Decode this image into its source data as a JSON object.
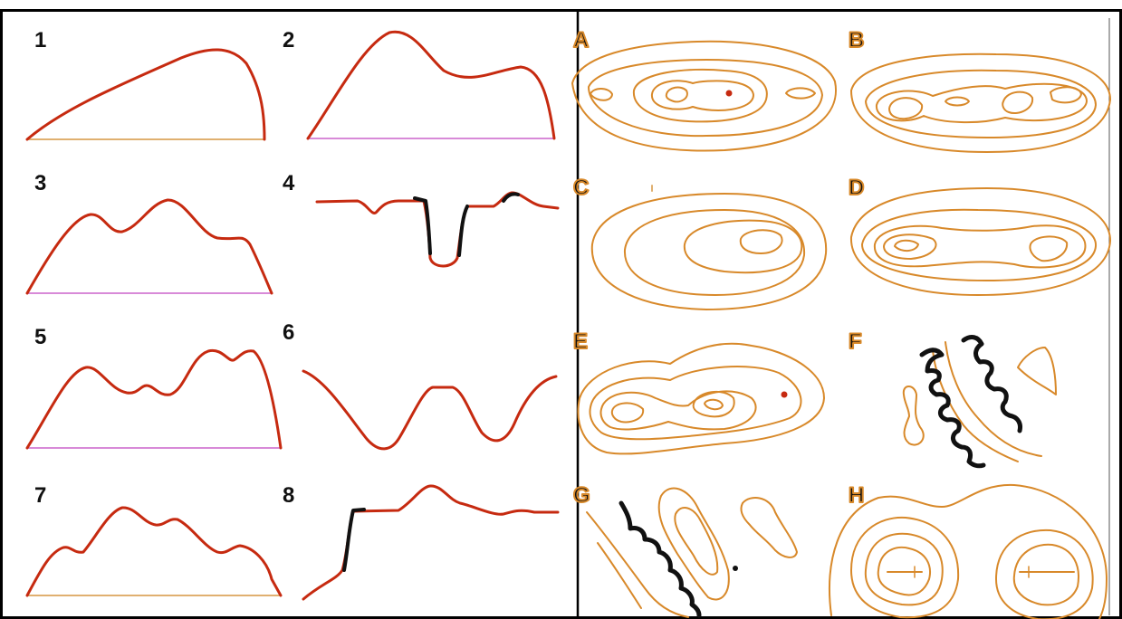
{
  "profiles": [
    {
      "label": "1"
    },
    {
      "label": "2"
    },
    {
      "label": "3"
    },
    {
      "label": "4"
    },
    {
      "label": "5"
    },
    {
      "label": "6"
    },
    {
      "label": "7"
    },
    {
      "label": "8"
    }
  ],
  "contour_maps": [
    {
      "label": "A"
    },
    {
      "label": "B"
    },
    {
      "label": "C"
    },
    {
      "label": "D"
    },
    {
      "label": "E"
    },
    {
      "label": "F"
    },
    {
      "label": "G"
    },
    {
      "label": "H"
    }
  ],
  "colors": {
    "profile_line": "#c62a10",
    "base_line": "#e0b070",
    "contour_line": "#d8892a",
    "cliff_mark": "#111111",
    "summit_dot": "#c62a10",
    "frame": "#000000"
  }
}
